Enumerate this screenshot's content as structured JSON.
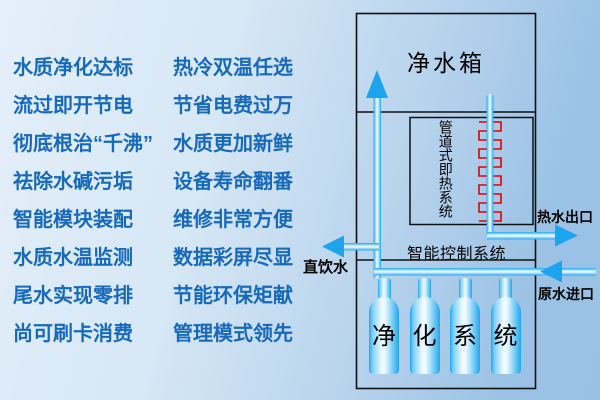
{
  "features": {
    "rows": [
      [
        "水质净化达标",
        "热冷双温任选"
      ],
      [
        "流过即开节电",
        "节省电费过万"
      ],
      [
        "彻底根治“千沸”",
        "水质更加新鲜"
      ],
      [
        "祛除水碱污垢",
        "设备寿命翻番"
      ],
      [
        "智能模块装配",
        "维修非常方便"
      ],
      [
        "水质水温监测",
        "数据彩屏尽显"
      ],
      [
        "尾水实现零排",
        "节能环保矩献"
      ],
      [
        "尚可刷卡消费",
        "管理模式领先"
      ]
    ]
  },
  "diagram": {
    "tank_label": "净水箱",
    "heater_label": "管道式即热系统",
    "control_label": "智能控制系统",
    "purifier_chars": [
      "净",
      "化",
      "系",
      "统"
    ],
    "drink_label": "直饮水",
    "hot_label": "热水出口",
    "raw_label": "原水进口"
  },
  "colors": {
    "feature_text": "#1769b9",
    "pipe_blue": "#1ea7ef",
    "arrow_blue": "#1ca4ef",
    "coil_red": "#e10000",
    "line_black": "#111111",
    "bg_light": "#e4effa",
    "bg_dark": "#99c1e5"
  }
}
